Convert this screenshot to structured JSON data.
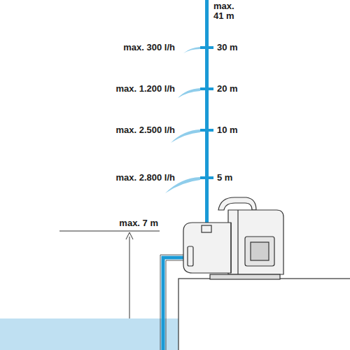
{
  "diagram": {
    "labels": [
      "max. 41 m",
      "max. 300 l/h",
      "30 m",
      "max. 1.200 l/h",
      "20 m",
      "max. 2.500 l/h",
      "10 m",
      "max. 2.800 l/h",
      "5 m",
      "max. 7 m"
    ]
  }
}
